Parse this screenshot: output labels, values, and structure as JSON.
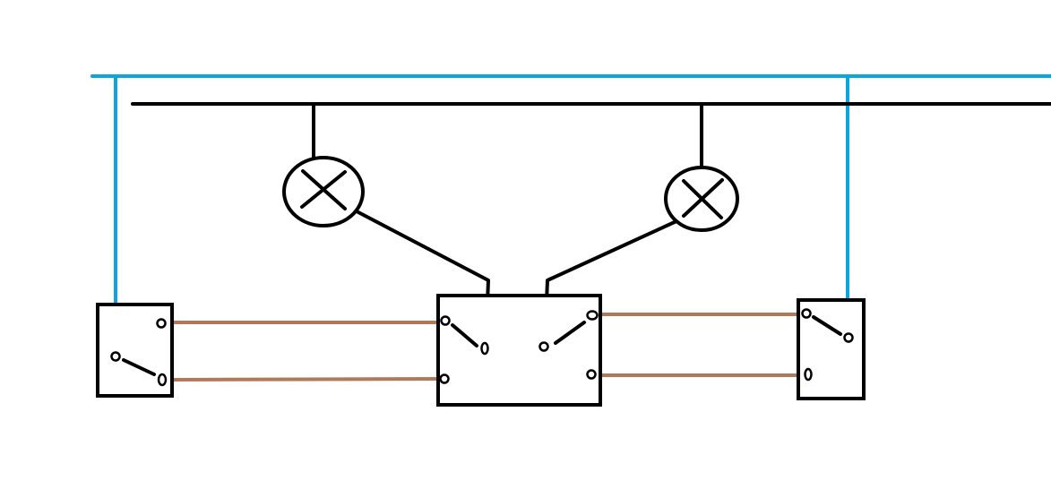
{
  "colors": {
    "background": "#ffffff",
    "line_wire": "#0ea5dc",
    "neutral_wire": "#000000",
    "traveler_wire": "#b07a5a",
    "component_stroke": "#000000"
  },
  "components": {
    "lamps": [
      {
        "id": "lamp-left",
        "symbol": "lamp-cross"
      },
      {
        "id": "lamp-right",
        "symbol": "lamp-cross"
      }
    ],
    "switches": [
      {
        "id": "switch-left",
        "type": "two-way"
      },
      {
        "id": "switch-middle",
        "type": "double two-way"
      },
      {
        "id": "switch-right",
        "type": "two-way"
      }
    ]
  }
}
